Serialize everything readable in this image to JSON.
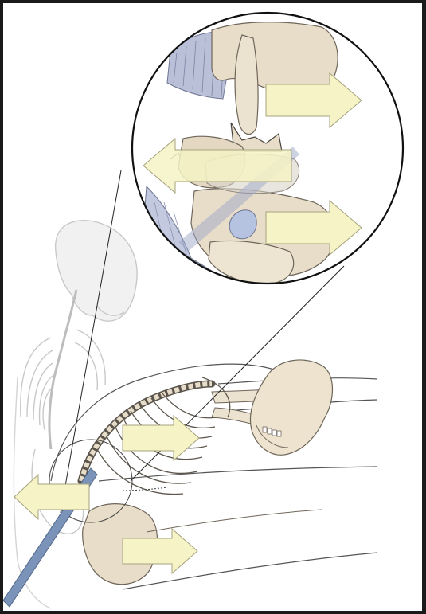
{
  "figure": {
    "type": "medical-illustration",
    "colors": {
      "frame": "#1a1a1a",
      "background": "#ffffff",
      "arrow_fill": "#f6f3c6",
      "arrow_stroke": "#9b9870",
      "bone": "#e8ddc9",
      "bone_outline": "#6f665a",
      "ghost_skeleton": "#cfcfcf",
      "belt": "#7b93b8",
      "muscle": "#b9c0d8"
    },
    "arrows": [
      {
        "id": "detail-upper",
        "direction": "right"
      },
      {
        "id": "detail-middle",
        "direction": "left"
      },
      {
        "id": "detail-lower",
        "direction": "right"
      },
      {
        "id": "body-upper",
        "direction": "right"
      },
      {
        "id": "body-left",
        "direction": "left"
      },
      {
        "id": "body-lower",
        "direction": "right"
      }
    ]
  }
}
